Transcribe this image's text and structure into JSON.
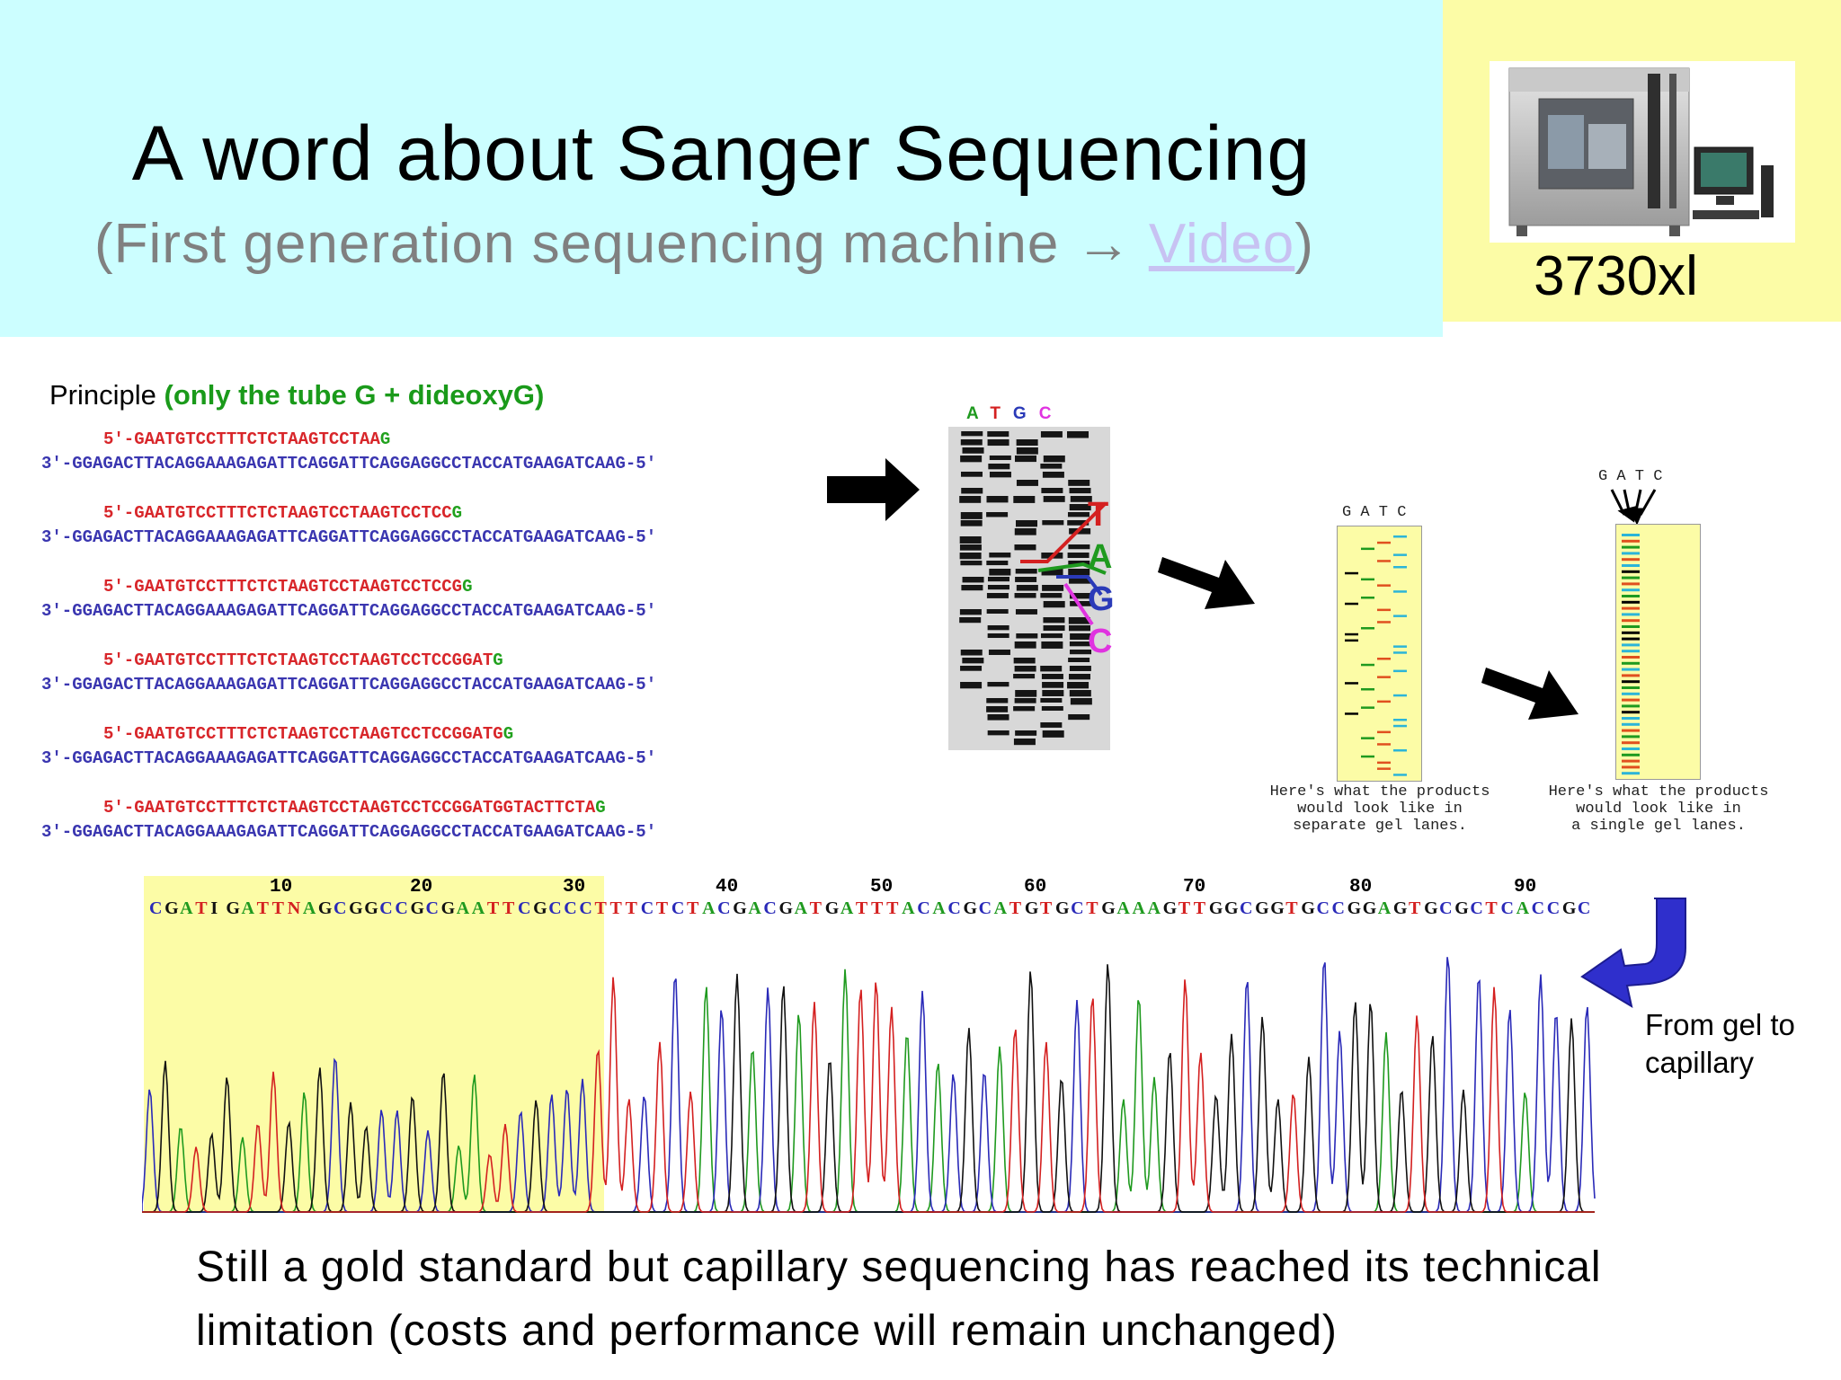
{
  "header": {
    "title": "A word about Sanger Sequencing",
    "subtitle_prefix": "(First generation sequencing machine → ",
    "subtitle_link": "Video",
    "subtitle_suffix": ")",
    "machine_label": "3730xl"
  },
  "principle": {
    "label": "Principle",
    "note": "(only the tube G + dideoxyG)",
    "pairs": [
      {
        "primer": "5'-GAATGTCCTTTCTCTAAGTCCTAA",
        "last": "G",
        "template": "3'-GGAGACTTACAGGAAAGAGATTCAGGATTCAGGAGGCCTACCATGAAGATCAAG-5'"
      },
      {
        "primer": "5'-GAATGTCCTTTCTCTAAGTCCTAAGTCCTCC",
        "last": "G",
        "template": "3'-GGAGACTTACAGGAAAGAGATTCAGGATTCAGGAGGCCTACCATGAAGATCAAG-5'"
      },
      {
        "primer": "5'-GAATGTCCTTTCTCTAAGTCCTAAGTCCTCCG",
        "last": "G",
        "template": "3'-GGAGACTTACAGGAAAGAGATTCAGGATTCAGGAGGCCTACCATGAAGATCAAG-5'"
      },
      {
        "primer": "5'-GAATGTCCTTTCTCTAAGTCCTAAGTCCTCCGGAT",
        "last": "G",
        "template": "3'-GGAGACTTACAGGAAAGAGATTCAGGATTCAGGAGGCCTACCATGAAGATCAAG-5'"
      },
      {
        "primer": "5'-GAATGTCCTTTCTCTAAGTCCTAAGTCCTCCGGATG",
        "last": "G",
        "template": "3'-GGAGACTTACAGGAAAGAGATTCAGGATTCAGGAGGCCTACCATGAAGATCAAG-5'"
      },
      {
        "primer": "5'-GAATGTCCTTTCTCTAAGTCCTAAGTCCTCCGGATGGTACTTCTA",
        "last": "G",
        "template": "3'-GGAGACTTACAGGAAAGAGATTCAGGATTCAGGAGGCCTACCATGAAGATCAAG-5'"
      }
    ]
  },
  "gel": {
    "lanes_top": [
      "A",
      "T",
      "G",
      "C"
    ],
    "side_letters": [
      "T",
      "A",
      "G",
      "C"
    ],
    "colors": {
      "A": "#1f9a1f",
      "T": "#d42020",
      "G": "#2a3ab8",
      "C": "#e033e0"
    }
  },
  "separate_lanes": {
    "header": "G A T C",
    "caption": [
      "Here's what the products",
      "would look like in",
      "separate gel lanes."
    ]
  },
  "single_lane": {
    "header": "G A T C",
    "caption": [
      "Here's what the products",
      "would look like in",
      "a single gel lanes."
    ]
  },
  "chromatogram": {
    "ticks": [
      "10",
      "20",
      "30",
      "40",
      "50",
      "60",
      "70",
      "80",
      "90"
    ],
    "sequence": "CGATIGATTNAGCGGCCGCGAATTCGCCCTTTCTCTACGACGATGATTTACACGCATGTGCTGAAAGTTGGCGGTGCCGGAGTGCGCTCACCGC",
    "base_colors": {
      "A": "#1f9a1f",
      "C": "#2a2ab8",
      "G": "#111111",
      "T": "#d42020",
      "I": "#111111",
      "N": "#d42020"
    },
    "caption": [
      "From gel to",
      "capillary"
    ]
  },
  "footer": {
    "text": "Still a gold standard but capillary sequencing has reached its technical limitation (costs and performance will remain unchanged)"
  }
}
